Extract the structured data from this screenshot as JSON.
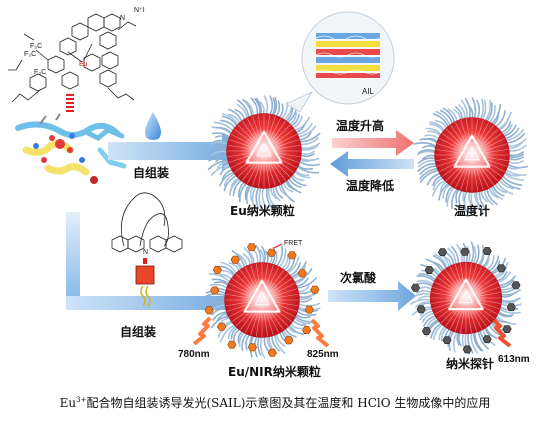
{
  "labels": {
    "self_assembly_top": "自组装",
    "self_assembly_bottom": "自组装",
    "temp_rise": "温度升高",
    "temp_fall": "温度降低",
    "eu_nanoparticle": "Eu纳米颗粒",
    "thermometer": "温度计",
    "eu_nir_nanoparticle": "Eu/NIR纳米颗粒",
    "hypochlorous_acid": "次氯酸",
    "nanoprobe": "纳米探针",
    "ail": "AIL",
    "fret": "FRET",
    "wavelength_780": "780nm",
    "wavelength_825": "825nm",
    "wavelength_613": "613nm"
  },
  "caption": {
    "eu": "Eu",
    "superscript": "3+",
    "text": "配合物自组装诱导发光(SAIL)示意图及其在温度和 HClO 生物成像中的应用"
  },
  "colors": {
    "arrow_blue": "#7ab4e8",
    "arrow_red": "#f08a8a",
    "core_red": "#e8202a",
    "shell_blue": "#8fb4d8"
  }
}
